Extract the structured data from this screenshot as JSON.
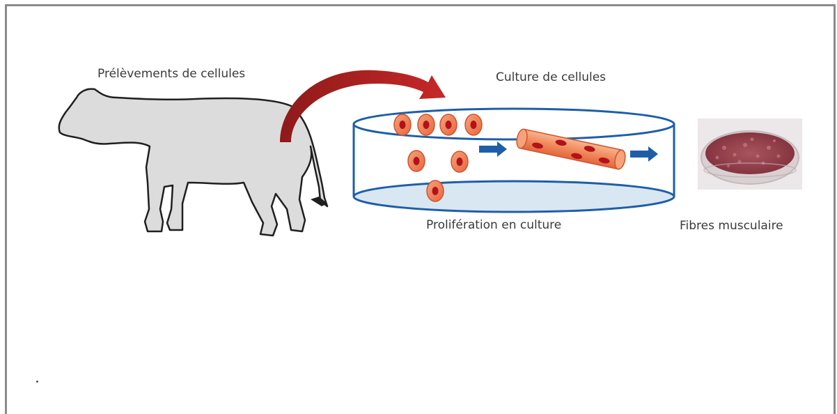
{
  "labels": {
    "sampling": "Prélèvements de cellules",
    "culture": "Culture de cellules",
    "proliferation": "Prolifération en culture",
    "fibres": "Fibres musculaire"
  },
  "trailing_mark": "."
}
